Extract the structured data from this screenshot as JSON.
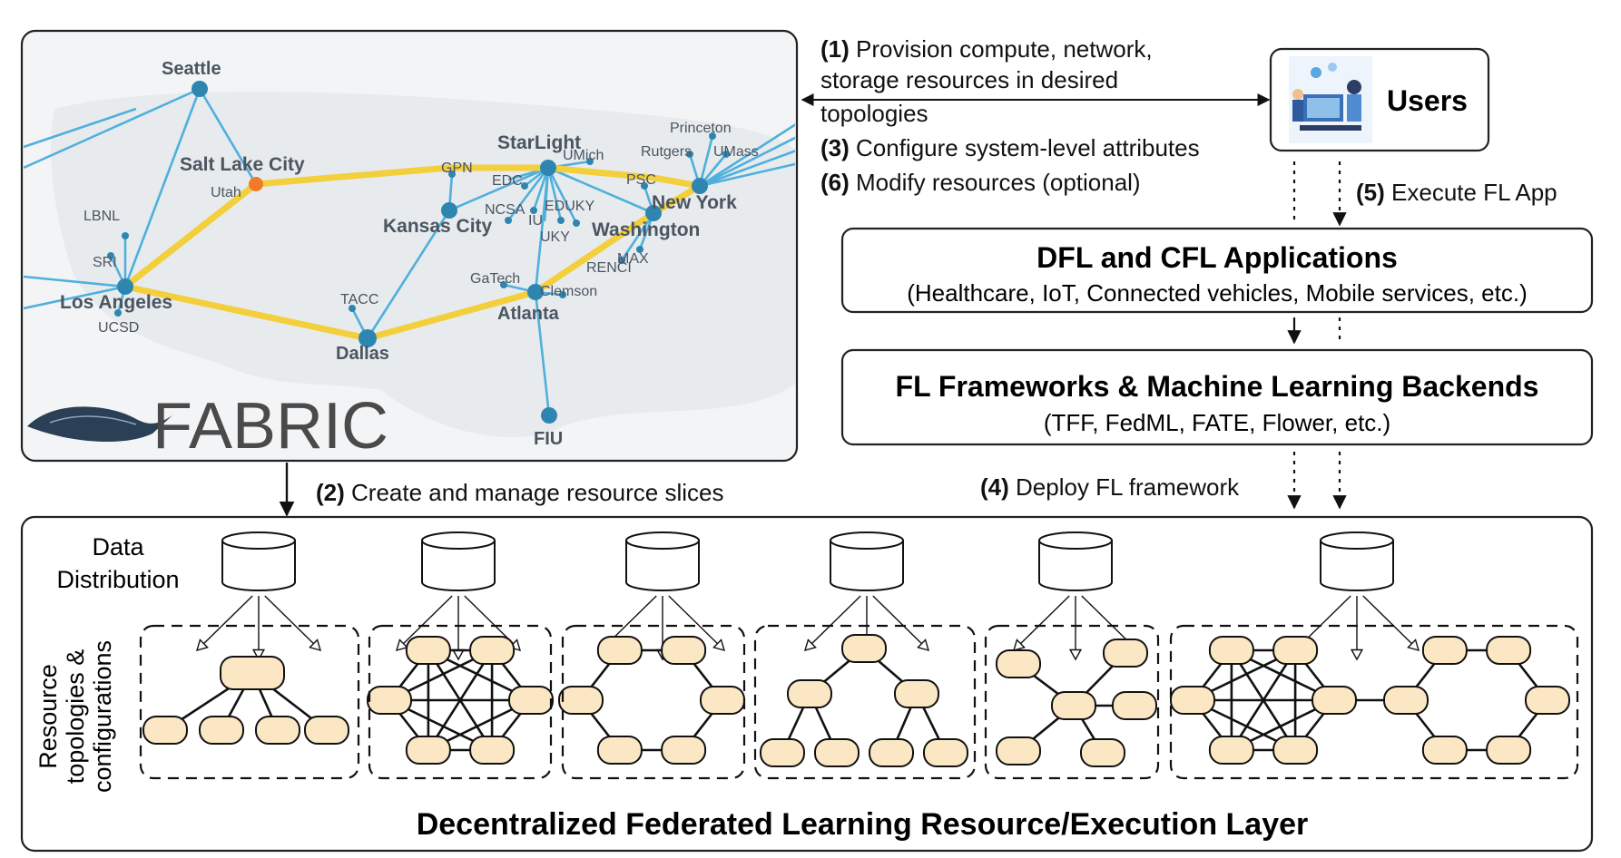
{
  "map": {
    "logo_text": "FABRIC",
    "cities": {
      "seattle": "Seattle",
      "salt_lake_city": "Salt Lake City",
      "utah": "Utah",
      "lbnl": "LBNL",
      "sri": "SRI",
      "los_angeles": "Los Angeles",
      "ucsd": "UCSD",
      "tacc": "TACC",
      "dallas": "Dallas",
      "gpn": "GPN",
      "kansas_city": "Kansas City",
      "starlight": "StarLight",
      "umich": "UMich",
      "edc": "EDC",
      "ncsa": "NCSA",
      "iu": "IU",
      "eduky": "EDUKY",
      "uky": "UKY",
      "gatech": "GaTech",
      "clemson": "Clemson",
      "atlanta": "Atlanta",
      "fiu": "FIU",
      "princeton": "Princeton",
      "rutgers": "Rutgers",
      "umass": "UMass",
      "psc": "PSC",
      "new_york": "New York",
      "washington": "Washington",
      "renci": "RENCI",
      "max": "MAX"
    }
  },
  "steps": {
    "step1_num": "(1)",
    "step1_line1": "Provision compute, network,",
    "step1_line2": "storage resources in desired",
    "step1_line3": "topologies",
    "step3_num": "(3)",
    "step3_text": "Configure system-level attributes",
    "step6_num": "(6)",
    "step6_text": "Modify resources (optional)",
    "step5_num": "(5)",
    "step5_text": "Execute FL App",
    "step2_num": "(2)",
    "step2_text": "Create and manage resource slices",
    "step4_num": "(4)",
    "step4_text": "Deploy FL framework"
  },
  "users": {
    "label": "Users"
  },
  "apps": {
    "title": "DFL and CFL Applications",
    "subtitle": "(Healthcare, IoT, Connected vehicles, Mobile services, etc.)"
  },
  "frameworks": {
    "title": "FL Frameworks & Machine Learning Backends",
    "subtitle": "(TFF, FedML, FATE, Flower, etc.)"
  },
  "layer": {
    "data_label_line1": "Data",
    "data_label_line2": "Distribution",
    "topo_label_line1": "Resource",
    "topo_label_line2": "topologies &",
    "topo_label_line3": "configurations",
    "title": "Decentralized Federated Learning Resource/Execution Layer"
  },
  "colors": {
    "node_fill": "#fbe7c4",
    "map_link": "#4fb0dc",
    "map_backbone": "#f3cf3c",
    "map_node": "#2e86b0",
    "map_bg": "#f2f4f6",
    "utah_node": "#f07a2a"
  }
}
